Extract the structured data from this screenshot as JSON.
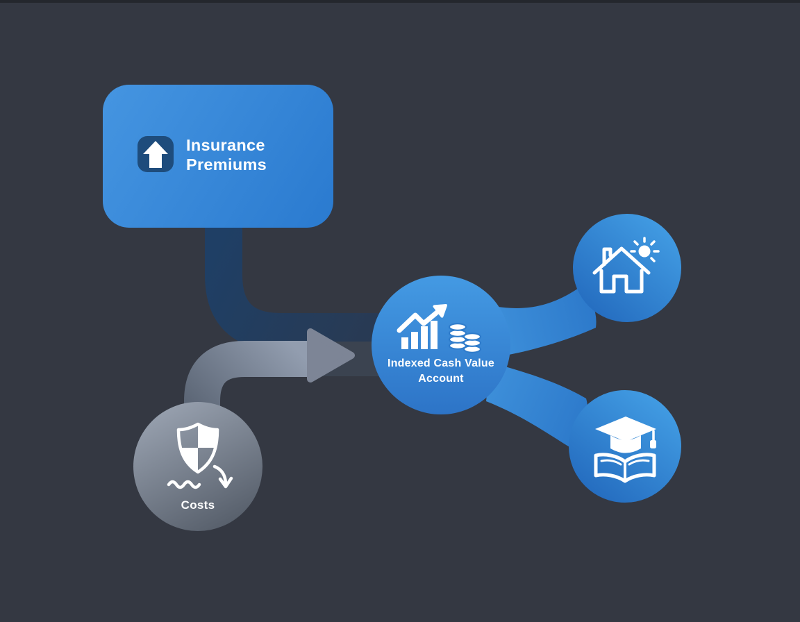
{
  "diagram": {
    "type": "flow-diagram",
    "nodes": {
      "insurance_premiums": {
        "label_line1": "Insurance",
        "label_line2": "Premiums",
        "icon": "arrow-up-icon",
        "shape": "rounded-rectangle"
      },
      "indexed_cash_value_account": {
        "label_line1": "Indexed Cash Value",
        "label_line2": "Account",
        "icon": "growth-chart-coins-icon",
        "shape": "circle"
      },
      "costs": {
        "label": "Costs",
        "icon": "shield-decrease-icon",
        "shape": "circle"
      },
      "home_goal": {
        "icon": "house-sun-icon",
        "shape": "circle"
      },
      "education_goal": {
        "icon": "graduation-cap-book-icon",
        "shape": "circle"
      }
    },
    "connectors": [
      {
        "from": "insurance_premiums",
        "to": "indexed_cash_value_account",
        "style": "thick-dark-ribbon"
      },
      {
        "from": "costs",
        "to": "indexed_cash_value_account",
        "style": "gray-ribbon-with-arrowhead"
      },
      {
        "from": "indexed_cash_value_account",
        "to": "home_goal",
        "style": "blue-blob"
      },
      {
        "from": "indexed_cash_value_account",
        "to": "education_goal",
        "style": "blue-blob"
      }
    ]
  },
  "colors": {
    "background": "#343842",
    "top_bar": "#24272d",
    "box_blue_start": "#4494e0",
    "box_blue_end": "#2b7bd0",
    "badge_navy": "#1e4c7c",
    "center_blue_light": "#449ae3",
    "center_blue_dark": "#2d74c7",
    "satellite_blue_light": "#419be2",
    "satellite_blue_dark": "#2268bc",
    "costs_gray_light": "#98a1af",
    "costs_gray_dark": "#555d69",
    "premium_flow_start": "#1f3f65",
    "premium_flow_end": "#2b394f",
    "costs_flow_start": "#4f5968",
    "costs_flow_end": "#929daf",
    "arrow_gray": "#7d8596",
    "merge_band": "#3b4350",
    "connector_blue_start": "#3e90da",
    "connector_blue_end": "#2b77c9",
    "icon_white": "#ffffff",
    "coin_gap_blue": "#2f7ccb"
  }
}
